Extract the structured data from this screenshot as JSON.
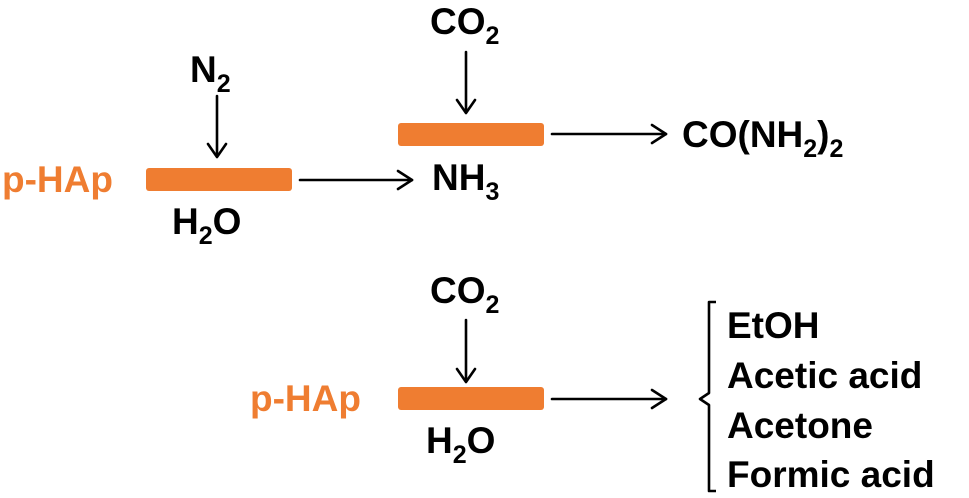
{
  "colors": {
    "catalyst": "#ef7d31",
    "bar": "#ef7d31",
    "text": "#000000"
  },
  "reaction_1": {
    "catalyst": "p-HAp",
    "reactant_top": {
      "base": "N",
      "sub": "2"
    },
    "reactant_bottom": {
      "base1": "H",
      "sub": "2",
      "base2": "O"
    },
    "intermediate": {
      "base": "NH",
      "sub": "3"
    },
    "co_reactant": {
      "base": "CO",
      "sub": "2"
    },
    "product": {
      "base1": "CO(NH",
      "sub1": "2",
      "base2": ")",
      "sub2": "2"
    }
  },
  "reaction_2": {
    "catalyst": "p-HAp",
    "reactant_top": {
      "base": "CO",
      "sub": "2"
    },
    "reactant_bottom": {
      "base1": "H",
      "sub": "2",
      "base2": "O"
    },
    "products": [
      "EtOH",
      "Acetic acid",
      "Acetone",
      "Formic acid"
    ]
  }
}
